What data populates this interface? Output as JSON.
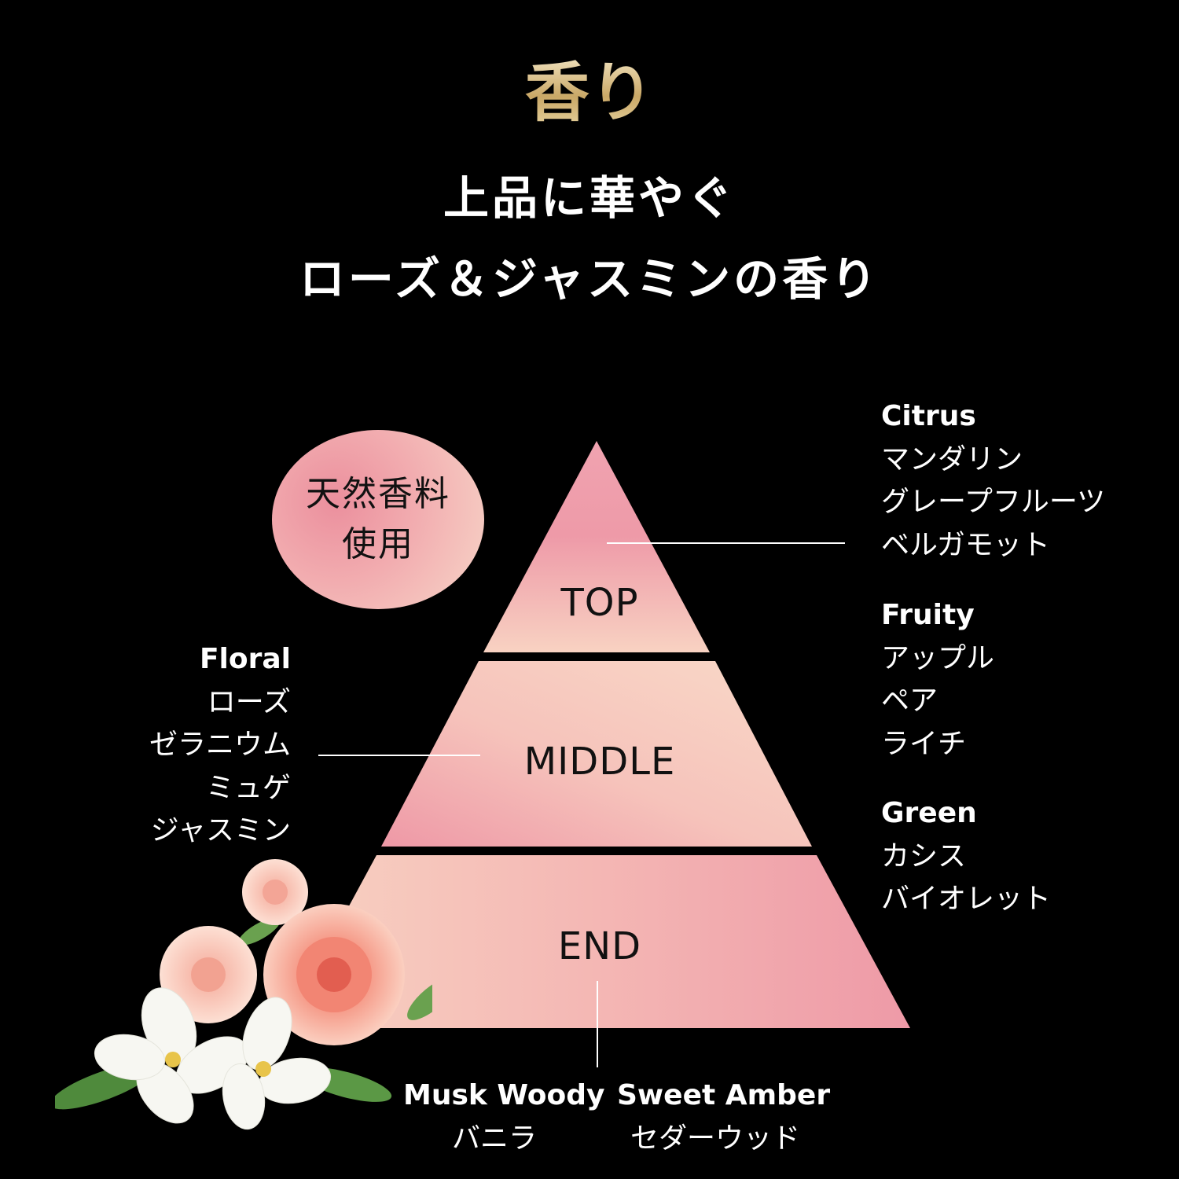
{
  "heading": "香り",
  "subtitle": {
    "line1": "上品に華やぐ",
    "line2": "ローズ＆ジャスミンの香り"
  },
  "badge": {
    "line1": "天然香料",
    "line2": "使用"
  },
  "pyramid": {
    "top_label": "TOP",
    "middle_label": "MIDDLE",
    "end_label": "END",
    "colors": {
      "pink": "#ee9aa7",
      "peach": "#f8d4c4"
    }
  },
  "notes": {
    "top": {
      "citrus": {
        "name": "Citrus",
        "items": [
          "マンダリン",
          "グレープフルーツ",
          "ベルガモット"
        ]
      },
      "fruity": {
        "name": "Fruity",
        "items": [
          "アップル",
          "ペア",
          "ライチ"
        ]
      },
      "green": {
        "name": "Green",
        "items": [
          "カシス",
          "バイオレット"
        ]
      }
    },
    "middle": {
      "floral": {
        "name": "Floral",
        "items": [
          "ローズ",
          "ゼラニウム",
          "ミュゲ",
          "ジャスミン"
        ]
      }
    },
    "end": {
      "musk_woody": {
        "name": "Musk Woody",
        "items": [
          "バニラ"
        ]
      },
      "sweet_amber": {
        "name": "Sweet Amber",
        "items": [
          "セダーウッド"
        ]
      }
    }
  },
  "illustration": "rose-and-jasmine-flowers"
}
